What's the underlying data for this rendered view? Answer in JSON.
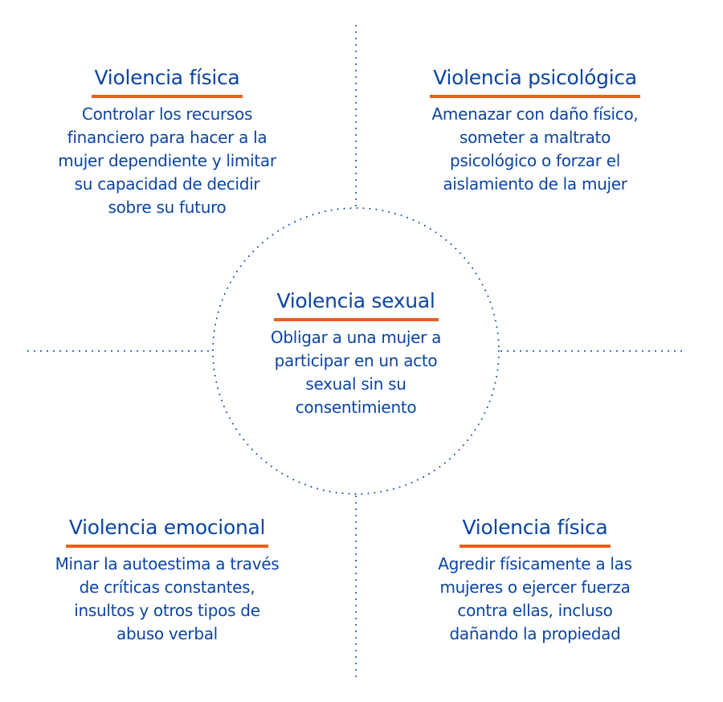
{
  "colors": {
    "text": "#0b45a3",
    "accent": "#e8601c",
    "dots": "#0b45a3"
  },
  "top_left": {
    "title": "Violencia física",
    "lines": [
      "Controlar los recursos",
      "financiero para hacer a la",
      "mujer dependiente y limitar",
      "su capacidad de decidir",
      "sobre su futuro"
    ]
  },
  "top_right": {
    "title": "Violencia psicológica",
    "lines": [
      "Amenazar con daño físico,",
      "someter a maltrato",
      "psicológico o forzar el",
      "aislamiento de la mujer"
    ]
  },
  "center": {
    "title": "Violencia sexual",
    "lines": [
      "Obligar a una mujer a",
      "participar en un acto",
      "sexual sin su",
      "consentimiento"
    ]
  },
  "bottom_left": {
    "title": "Violencia emocional",
    "lines": [
      "Minar la autoestima a través",
      "de críticas constantes,",
      "insultos y otros tipos de",
      "abuso verbal"
    ]
  },
  "bottom_right": {
    "title": "Violencia física",
    "lines": [
      "Agredir físicamente a las",
      "mujeres o ejercer fuerza",
      "contra ellas, incluso",
      "dañando la propiedad"
    ]
  }
}
